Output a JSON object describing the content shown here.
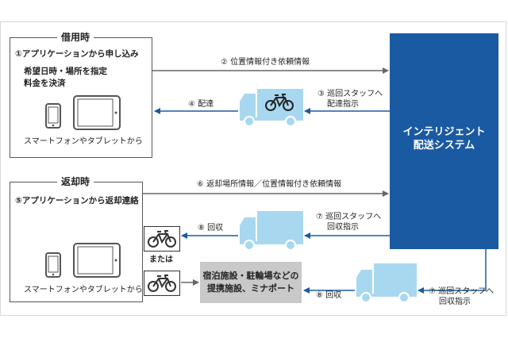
{
  "borrow": {
    "title": "借用時",
    "step1": "①アプリケーションから申し込み",
    "line2": "希望日時・場所を指定",
    "line3": "料金を決済",
    "devices_caption": "スマートフォンやタブレットから"
  },
  "return": {
    "title": "返却時",
    "step5": "⑤アプリケーションから返却連絡",
    "devices_caption": "スマートフォンやタブレットから",
    "or_label": "または"
  },
  "system": {
    "line1": "インテリジェント",
    "line2": "配送システム"
  },
  "partner": {
    "line1": "宿泊施設・駐輪場などの",
    "line2": "提携施設、ミナポート"
  },
  "arrows": {
    "a2": "② 位置情報付き依頼情報",
    "a3_line1": "③ 巡回スタッフへ",
    "a3_line2": "配達指示",
    "a4": "④ 配達",
    "a6": "⑥ 返却場所情報／位置情報付き依頼情報",
    "a7_line1": "⑦ 巡回スタッフへ",
    "a7_line2": "回収指示",
    "a8": "⑧ 回収",
    "a7b_line1": "⑦ 巡回スタッフへ",
    "a7b_line2": "回収指示",
    "a8b": "⑧ 回収"
  },
  "colors": {
    "system_blue": "#1a5aa2",
    "truck_light_blue": "#a8d8f0",
    "arrow_gray": "#666666",
    "partner_gray": "#c9c9c9"
  },
  "icons": [
    "smartphone-icon",
    "tablet-icon",
    "truck-icon",
    "bicycle-icon"
  ]
}
